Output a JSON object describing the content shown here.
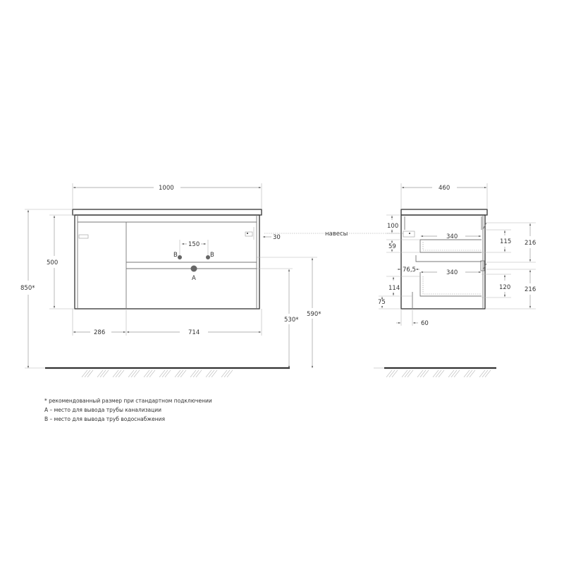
{
  "front_view": {
    "width_total": "1000",
    "height_total": "850*",
    "height_body": "500",
    "left_section_width": "286",
    "right_section_width": "714",
    "pipe_b_spacing": "150",
    "pipe_b_label_left": "B",
    "pipe_b_label_right": "B",
    "pipe_a_label": "A",
    "hanger_offset": "30",
    "height_pipe_a": "530*",
    "height_pipe_b": "590*"
  },
  "hanger_label": "навесы",
  "side_view": {
    "depth_total": "460",
    "hanger_top": "100",
    "offset_59": "59",
    "drawer_top_depth": "340",
    "drawer_bottom_depth": "340",
    "drawer_top_inner_height": "115",
    "drawer_top_height": "216",
    "drawer_bottom_inner_height": "120",
    "drawer_bottom_height": "216",
    "offset_76_5": "76,5",
    "offset_114": "114",
    "offset_75": "75",
    "offset_60": "60"
  },
  "notes": [
    "* рекомендованный размер при стандартном подключении",
    "А – место для вывода трубы канализации",
    "В – место для вывода труб водоснабжения"
  ],
  "colors": {
    "line_dark": "#333333",
    "line_dim": "#9a9a9a",
    "pipe_dot": "#666666",
    "background": "#ffffff"
  }
}
